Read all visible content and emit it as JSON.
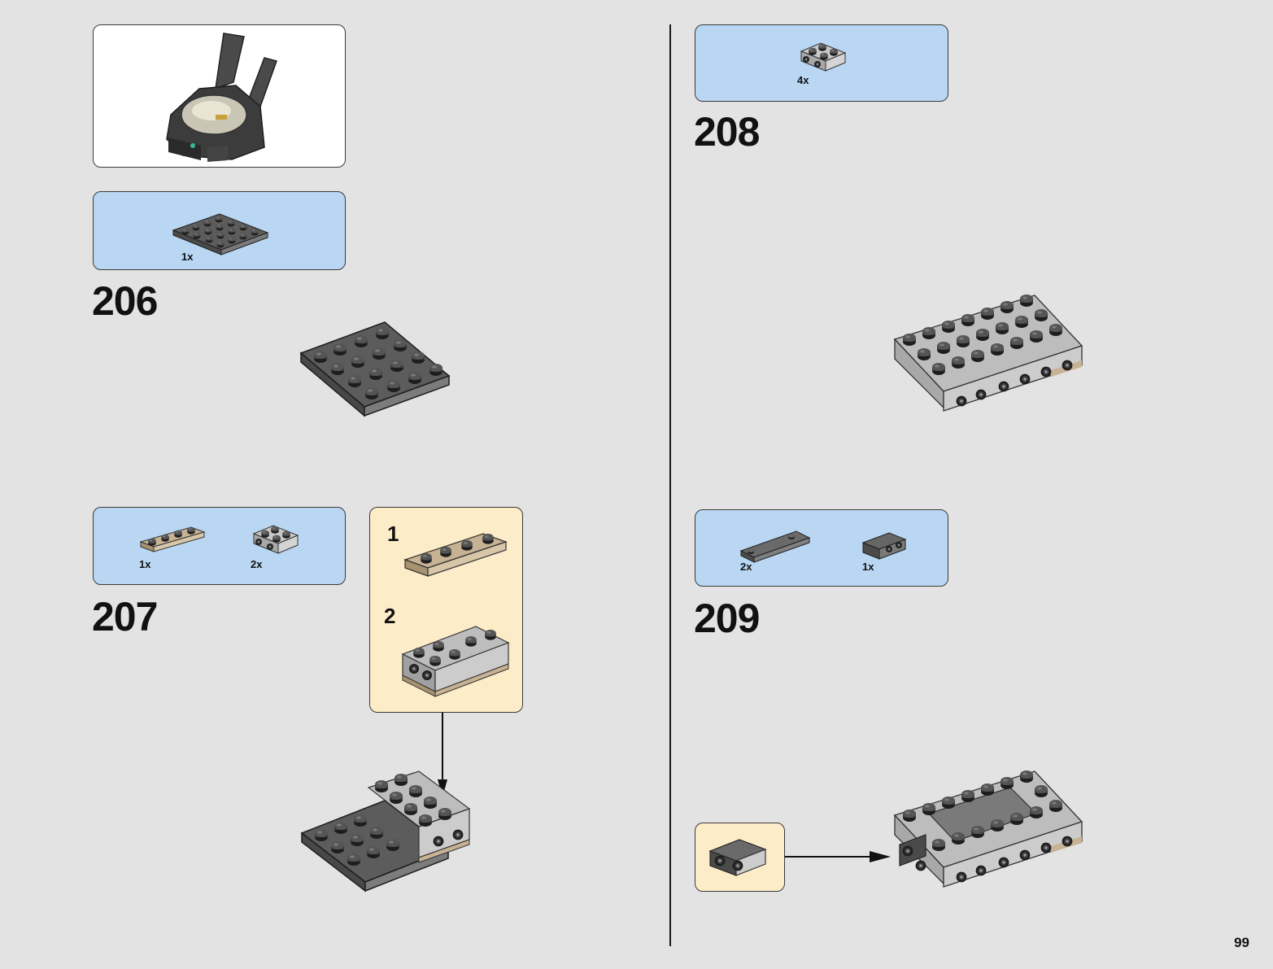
{
  "page_number": "99",
  "steps": [
    {
      "number": "206",
      "parts": [
        {
          "qty": "1x",
          "part": "dark-gray-4x4-plate"
        }
      ]
    },
    {
      "number": "207",
      "parts": [
        {
          "qty": "1x",
          "part": "tan-1x4-plate"
        },
        {
          "qty": "2x",
          "part": "light-gray-brick-with-side-studs"
        }
      ],
      "substeps": [
        {
          "number": "1"
        },
        {
          "number": "2"
        }
      ]
    },
    {
      "number": "208",
      "parts": [
        {
          "qty": "4x",
          "part": "light-gray-brick-with-side-studs"
        }
      ]
    },
    {
      "number": "209",
      "parts": [
        {
          "qty": "2x",
          "part": "dark-gray-1x4-tile"
        },
        {
          "qty": "1x",
          "part": "dark-gray-bracket"
        }
      ]
    }
  ],
  "colors": {
    "background": "#e3e3e3",
    "parts_box_blue": "#b9d7f2",
    "callout_cream": "#fdecc8",
    "dark_gray_brick": "#5a5a5a",
    "light_gray_brick": "#b4b4b4",
    "tan_brick": "#c7b294"
  }
}
